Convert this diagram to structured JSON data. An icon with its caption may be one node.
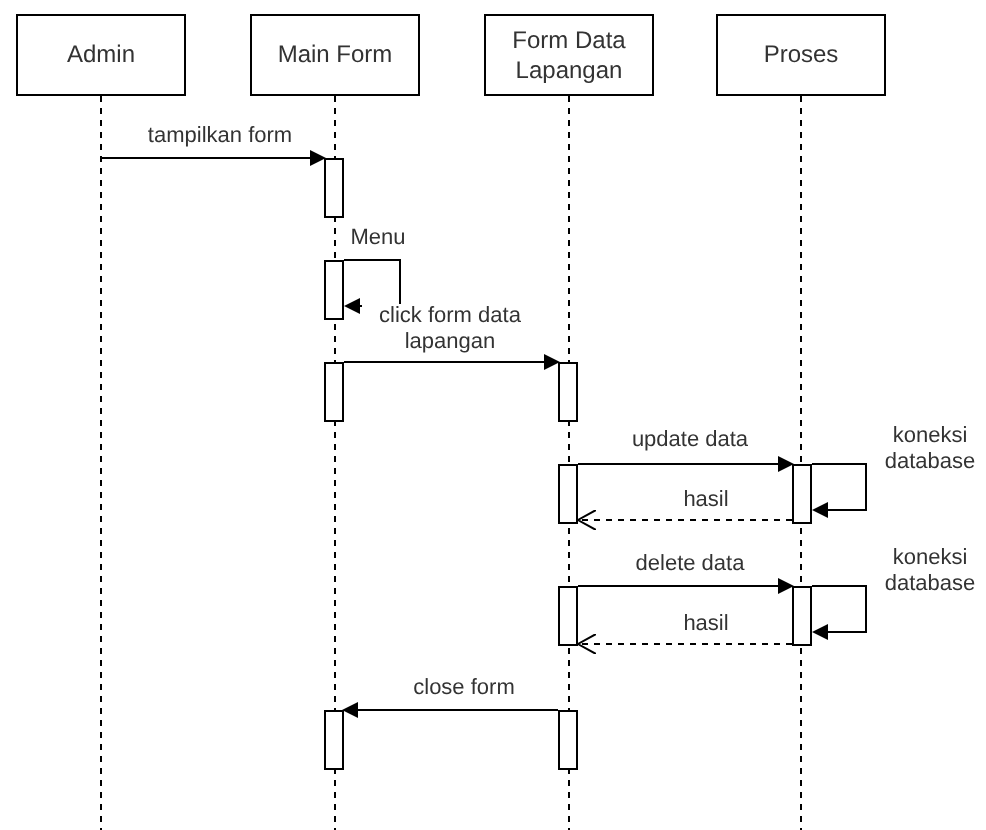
{
  "diagram": {
    "nodes": [
      {
        "text": [
          "Admin"
        ]
      },
      {
        "text": [
          "Main Form"
        ]
      },
      {
        "text": [
          "Form Data Lapangan"
        ]
      },
      {
        "text": [
          "Proses"
        ]
      },
      {
        "text": [],
        "shape": "bar"
      },
      {
        "text": [],
        "shape": "bar"
      },
      {
        "text": [],
        "shape": "bar"
      },
      {
        "text": [],
        "shape": "bar"
      },
      {
        "text": [],
        "shape": "bar"
      },
      {
        "text": [],
        "shape": "bar"
      },
      {
        "text": [],
        "shape": "bar"
      },
      {
        "text": [],
        "shape": "bar"
      },
      {
        "text": [],
        "shape": "bar"
      },
      {
        "text": [],
        "shape": "bar"
      }
    ],
    "edges": [
      {
        "from": null,
        "to": 4,
        "arrow": "to",
        "label": "tampilkan form"
      },
      {
        "from": 5,
        "to": 5,
        "arrow": "to",
        "label": "Menu"
      },
      {
        "from": 6,
        "to": 7,
        "arrow": "to",
        "label": "click form data lapangan"
      },
      {
        "from": 8,
        "to": 9,
        "arrow": "to",
        "label": "update data"
      },
      {
        "from": 9,
        "to": 9,
        "arrow": "to",
        "label": "koneksi database"
      },
      {
        "from": 9,
        "to": 8,
        "arrow": "to",
        "label": "hasil",
        "style": "dashed"
      },
      {
        "from": 10,
        "to": 11,
        "arrow": "to",
        "label": "delete data"
      },
      {
        "from": 11,
        "to": 11,
        "arrow": "to",
        "label": "koneksi database"
      },
      {
        "from": 11,
        "to": 10,
        "arrow": "to",
        "label": "hasil",
        "style": "dashed"
      },
      {
        "from": 12,
        "to": 13,
        "arrow": "to",
        "label": "close form"
      }
    ]
  }
}
